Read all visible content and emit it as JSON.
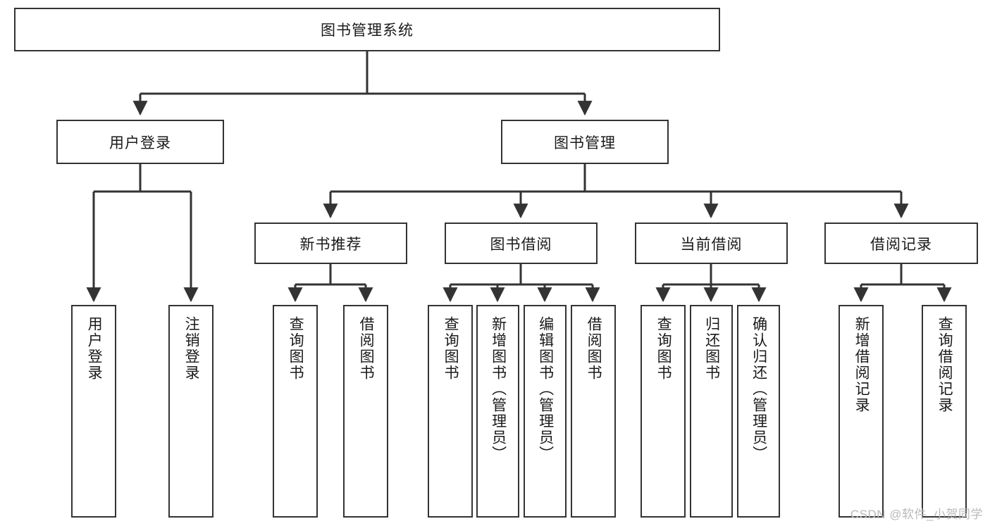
{
  "diagram": {
    "title": "图书管理系统",
    "watermark": "CSDN @软件_小贺同学",
    "root": {
      "label": "图书管理系统"
    },
    "level2": [
      {
        "label": "用户登录"
      },
      {
        "label": "图书管理"
      }
    ],
    "level3": [
      {
        "label": "新书推荐"
      },
      {
        "label": "图书借阅"
      },
      {
        "label": "当前借阅"
      },
      {
        "label": "借阅记录"
      }
    ],
    "leaves": {
      "user_login": [
        {
          "label": "用户登录"
        },
        {
          "label": "注销登录"
        }
      ],
      "new_book": [
        {
          "label": "查询图书"
        },
        {
          "label": "借阅图书"
        }
      ],
      "borrow_book": [
        {
          "label": "查询图书"
        },
        {
          "label": "新增图书（管理员）"
        },
        {
          "label": "编辑图书（管理员）"
        },
        {
          "label": "借阅图书"
        }
      ],
      "current_borrow": [
        {
          "label": "查询图书"
        },
        {
          "label": "归还图书"
        },
        {
          "label": "确认归还（管理员）"
        }
      ],
      "borrow_record": [
        {
          "label": "新增借阅记录"
        },
        {
          "label": "查询借阅记录"
        }
      ]
    }
  },
  "style": {
    "line_color": "#333333",
    "box_border": "#333333",
    "background": "#ffffff",
    "watermark_color": "#b9b9b9"
  }
}
